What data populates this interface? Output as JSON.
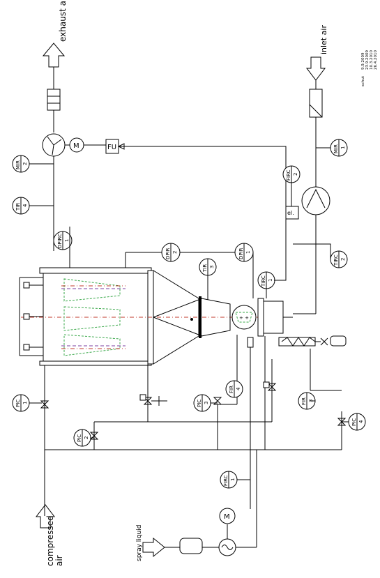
{
  "labels": {
    "exhaust_air": "exhaust air",
    "inlet_air": "inlet air",
    "compressed_air_line1": "compressed",
    "compressed_air_line2": "air",
    "spray_liquid": "spray liquid",
    "fu": "FU",
    "el": "el."
  },
  "revision": {
    "author": "schut",
    "dates": [
      "9.9.2009",
      "23.9.2009",
      "10.3.2010",
      "26.4.2010"
    ]
  },
  "instruments": [
    {
      "tag": "MIR",
      "num": "2"
    },
    {
      "tag": "TIR",
      "num": "4"
    },
    {
      "tag": "DPIRC",
      "num": "1"
    },
    {
      "tag": "DPIR",
      "num": "2"
    },
    {
      "tag": "TIR",
      "num": "3"
    },
    {
      "tag": "DPIR",
      "num": "1"
    },
    {
      "tag": "TIRC",
      "num": "1"
    },
    {
      "tag": "FIRC",
      "num": "2"
    },
    {
      "tag": "MIR",
      "num": "1"
    },
    {
      "tag": "TIRC",
      "num": "2"
    },
    {
      "tag": "PIC",
      "num": "1"
    },
    {
      "tag": "PIC",
      "num": "2"
    },
    {
      "tag": "PIC",
      "num": "3"
    },
    {
      "tag": "FIR",
      "num": "4"
    },
    {
      "tag": "FIR",
      "num": "3"
    },
    {
      "tag": "PIC",
      "num": "4"
    },
    {
      "tag": "FIRC",
      "num": "1"
    }
  ],
  "motor_symbol": "M"
}
